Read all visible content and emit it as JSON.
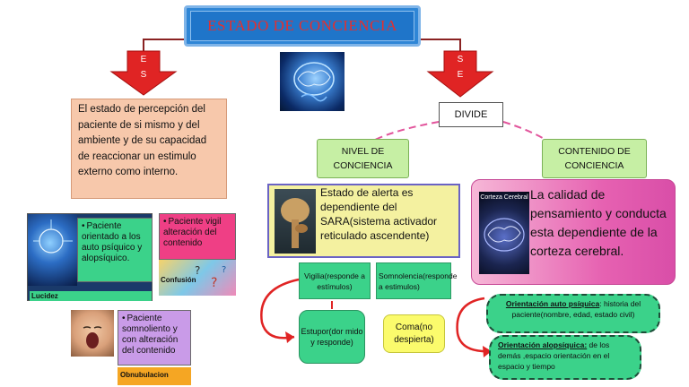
{
  "title": "ESTADO DE CONCIENCIA",
  "arrows": {
    "left_letters": [
      "E",
      "S"
    ],
    "right_letters": [
      "S",
      "E"
    ]
  },
  "definition": "El estado de percepción del paciente de si mismo y del ambiente y de su capacidad de reaccionar un estimulo externo como interno.",
  "divide": "DIVIDE",
  "nivel": {
    "line1": "NIVEL DE",
    "line2": "CONCIENCIA"
  },
  "contenido": {
    "line1": "CONTENIDO DE",
    "line2": "CONCIENCIA"
  },
  "alerta": "Estado de alerta es dependiente del SARA(sistema activador reticulado ascendente)",
  "calidad": "La calidad de pensamiento y conducta esta dependiente de la corteza cerebral.",
  "corteza_label": "Corteza Cerebral",
  "vigilia": {
    "text": "Vigilia(responde a estímulos)"
  },
  "somnolencia": "Somnolencia(responde a estimulos)",
  "estupor": "Estupor(dor mido y responde)",
  "coma": "Coma(no despierta)",
  "orientacion_autopsiquica": {
    "title": "Orientación auto psíquica",
    "rest": ": historia del paciente(nombre, edad, estado civil)"
  },
  "orientacion_alopsiquica": {
    "title": "Orientación alopsíquica:",
    "rest": " de los demás ,espacio orientación en el espacio y tiempo"
  },
  "lucidez": {
    "text": "Paciente orientado a los auto psíquico y alopsíquico.",
    "label": "Lucidez"
  },
  "confusion": {
    "text": "Paciente vigil alteración del contenido",
    "label": "Confusión"
  },
  "obnubilacion": {
    "text": "Paciente somnoliento y con alteración del contenido",
    "label": "Obnubulacion"
  },
  "colors": {
    "title_bg": "#1f75c9",
    "title_text": "#e23030",
    "arrow": "#e02424",
    "definition_bg": "#f7c8ab",
    "green_box": "#c6efa4",
    "alerta_bg": "#f4f1a0",
    "calidad_pink": "#e661b1",
    "mint": "#3bd28a",
    "yellow": "#fbfb6c",
    "lucidez_bg": "#3bd28a",
    "confusion_bg": "#ef3f85",
    "obnubilacion_bg": "#c99be8",
    "dashed_line": "#e2559c",
    "curved_arrow": "#e02424"
  }
}
